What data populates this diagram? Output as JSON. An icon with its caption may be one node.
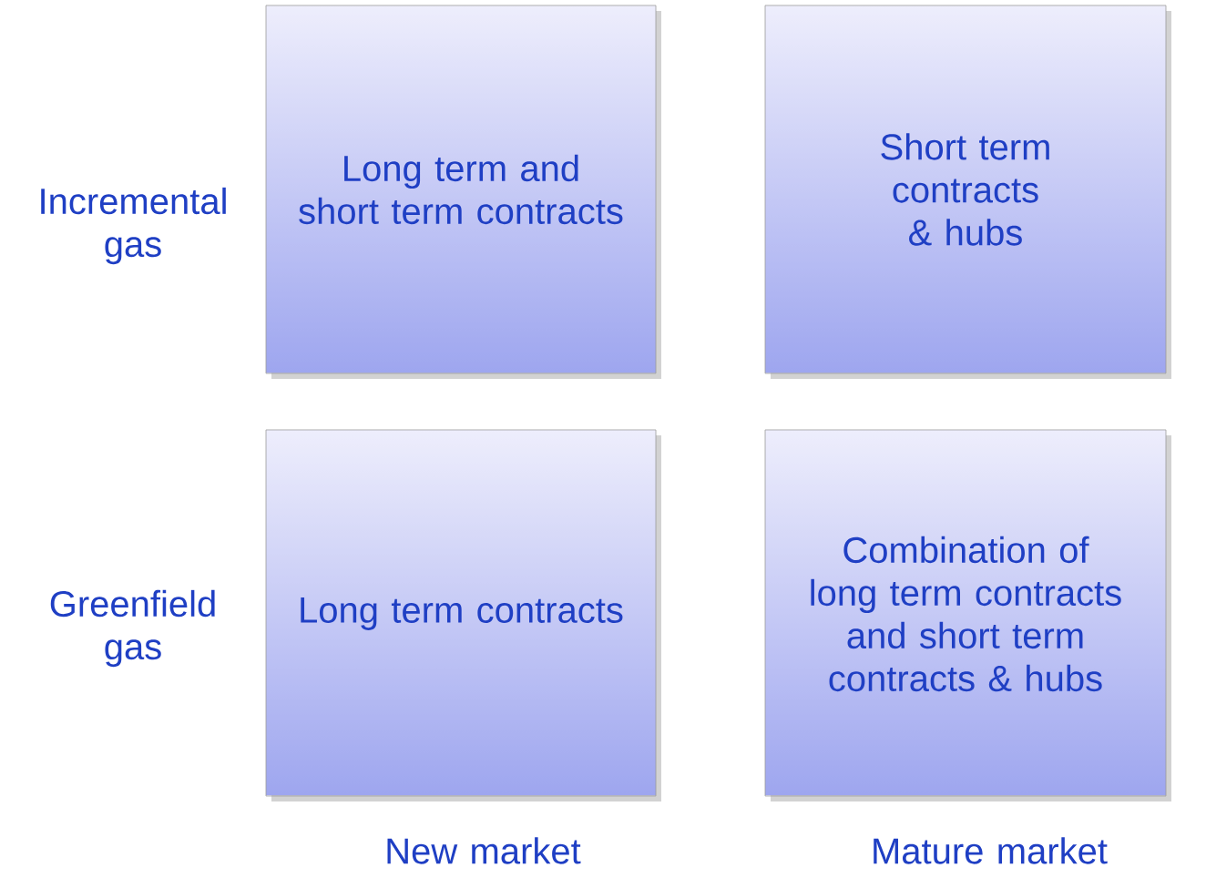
{
  "diagram": {
    "nodes": [
      {
        "text": [
          "Long term and short term contracts"
        ]
      },
      {
        "text": [
          "Short term contracts & hubs"
        ]
      },
      {
        "text": [
          "Long term contracts"
        ]
      },
      {
        "text": [
          "Combination of long term contracts and short term contracts & hubs"
        ]
      }
    ],
    "labels": [
      "Incremental gas",
      "Greenfield gas",
      "New market",
      "Mature market"
    ]
  }
}
